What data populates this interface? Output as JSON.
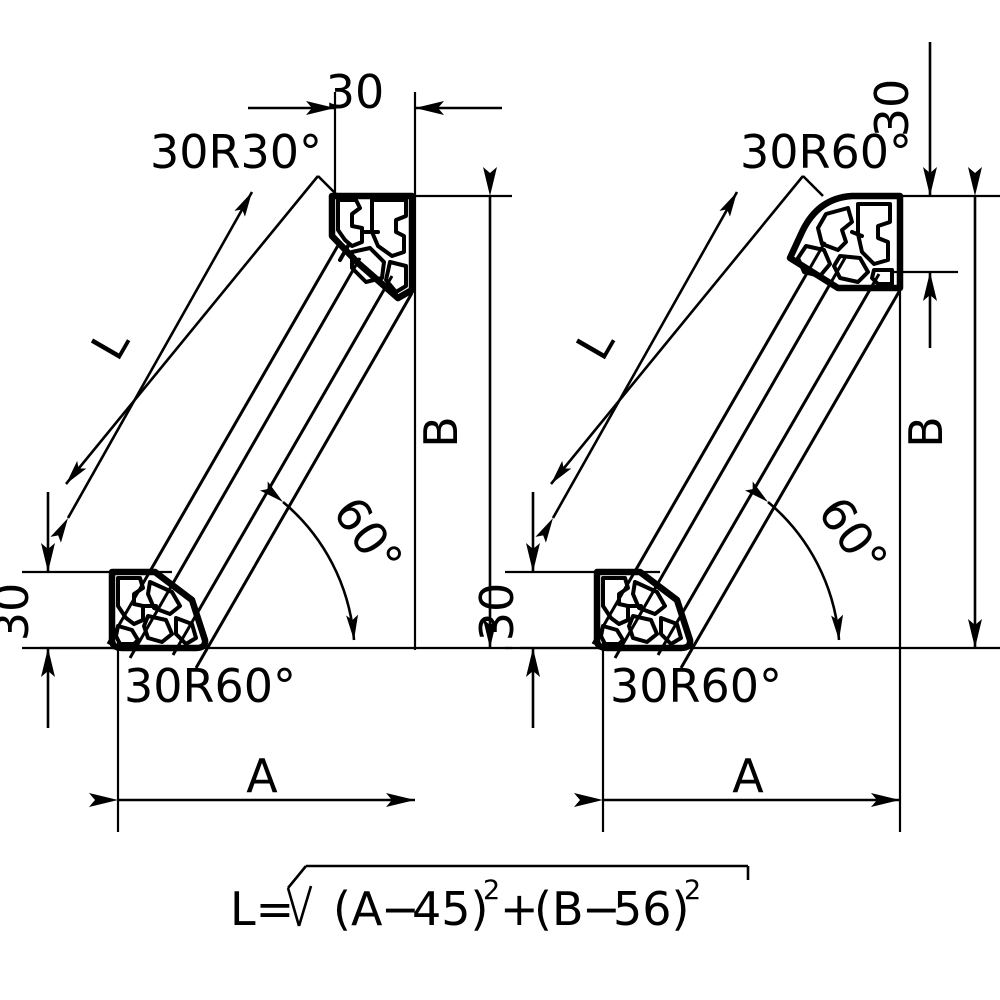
{
  "drawing": {
    "title": "Angled aluminium profile connection detail",
    "line_color": "#000000",
    "background_color": "#ffffff",
    "formula": {
      "lead": "L=",
      "radical": "√",
      "term1_open": "(A",
      "term1_minus": "−",
      "term1_val": "45)",
      "exp1": "2",
      "plus": "+",
      "term2_open": "(B",
      "term2_minus": "−",
      "term2_val": "56)",
      "exp2": "2",
      "full_text": "L=√((A−45)²+(B−56)²)"
    },
    "views": [
      {
        "id": "left-view",
        "name": "left-assembly-view",
        "top_corner_label": "30R30°",
        "bottom_corner_label": "30R60°",
        "top_width_dim": "30",
        "left_height_dim": "30",
        "length_dim": "L",
        "angle_dim": "60°",
        "vertical_dim": "B",
        "horizontal_dim": "A"
      },
      {
        "id": "right-view",
        "name": "right-assembly-view",
        "top_corner_label": "30R60°",
        "bottom_corner_label": "30R60°",
        "top_height_dim": "30",
        "left_height_dim": "30",
        "length_dim": "L",
        "angle_dim": "60°",
        "vertical_dim": "B",
        "horizontal_dim": "A"
      }
    ]
  }
}
